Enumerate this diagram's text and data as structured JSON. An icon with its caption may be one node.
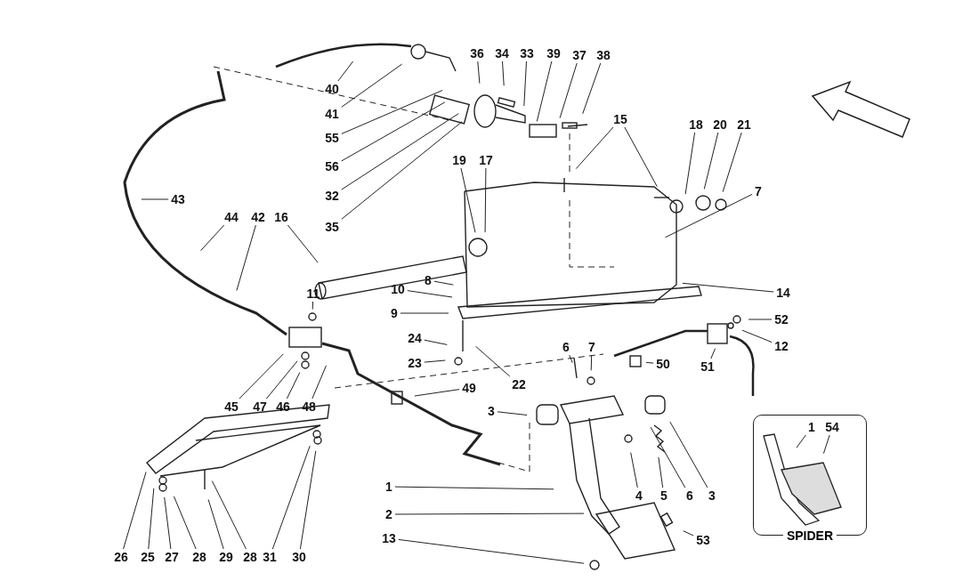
{
  "diagram": {
    "nodes": [
      {
        "text": [
          "40"
        ]
      },
      {
        "text": [
          "41"
        ]
      },
      {
        "text": [
          "55"
        ]
      },
      {
        "text": [
          "56"
        ]
      },
      {
        "text": [
          "32"
        ]
      },
      {
        "text": [
          "35"
        ]
      },
      {
        "text": [
          "36"
        ]
      },
      {
        "text": [
          "34"
        ]
      },
      {
        "text": [
          "33"
        ]
      },
      {
        "text": [
          "39"
        ]
      },
      {
        "text": [
          "37"
        ]
      },
      {
        "text": [
          "38"
        ]
      },
      {
        "text": [
          "15"
        ]
      },
      {
        "text": [
          "18"
        ]
      },
      {
        "text": [
          "20"
        ]
      },
      {
        "text": [
          "21"
        ]
      },
      {
        "text": [
          "7"
        ]
      },
      {
        "text": [
          "19"
        ]
      },
      {
        "text": [
          "17"
        ]
      },
      {
        "text": [
          "43"
        ]
      },
      {
        "text": [
          "44"
        ]
      },
      {
        "text": [
          "42"
        ]
      },
      {
        "text": [
          "16"
        ]
      },
      {
        "text": [
          "11"
        ]
      },
      {
        "text": [
          "8"
        ]
      },
      {
        "text": [
          "10"
        ]
      },
      {
        "text": [
          "9"
        ]
      },
      {
        "text": [
          "14"
        ]
      },
      {
        "text": [
          "52"
        ]
      },
      {
        "text": [
          "12"
        ]
      },
      {
        "text": [
          "24"
        ]
      },
      {
        "text": [
          "23"
        ]
      },
      {
        "text": [
          "22"
        ]
      },
      {
        "text": [
          "6"
        ]
      },
      {
        "text": [
          "7"
        ]
      },
      {
        "text": [
          "51"
        ]
      },
      {
        "text": [
          "50"
        ]
      },
      {
        "text": [
          "49"
        ]
      },
      {
        "text": [
          "45"
        ]
      },
      {
        "text": [
          "47"
        ]
      },
      {
        "text": [
          "46"
        ]
      },
      {
        "text": [
          "48"
        ]
      },
      {
        "text": [
          "3"
        ]
      },
      {
        "text": [
          "1"
        ]
      },
      {
        "text": [
          "2"
        ]
      },
      {
        "text": [
          "13"
        ]
      },
      {
        "text": [
          "4"
        ]
      },
      {
        "text": [
          "5"
        ]
      },
      {
        "text": [
          "6"
        ]
      },
      {
        "text": [
          "3"
        ]
      },
      {
        "text": [
          "53"
        ]
      },
      {
        "text": [
          "26"
        ]
      },
      {
        "text": [
          "25"
        ]
      },
      {
        "text": [
          "27"
        ]
      },
      {
        "text": [
          "28"
        ]
      },
      {
        "text": [
          "29"
        ]
      },
      {
        "text": [
          "28"
        ]
      },
      {
        "text": [
          "31"
        ]
      },
      {
        "text": [
          "30"
        ]
      },
      {
        "text": [
          "SPIDER"
        ]
      },
      {
        "text": [
          "1"
        ],
        "in": 59
      },
      {
        "text": [
          "54"
        ],
        "in": 59
      }
    ],
    "edges": [
      {
        "from": 0,
        "to": null,
        "arrow": "none"
      },
      {
        "from": 1,
        "to": null,
        "arrow": "none"
      },
      {
        "from": 2,
        "to": null,
        "arrow": "none"
      },
      {
        "from": 3,
        "to": null,
        "arrow": "none"
      },
      {
        "from": 4,
        "to": null,
        "arrow": "none"
      },
      {
        "from": 5,
        "to": null,
        "arrow": "none"
      },
      {
        "from": 6,
        "to": null,
        "arrow": "none"
      },
      {
        "from": 7,
        "to": null,
        "arrow": "none"
      },
      {
        "from": 8,
        "to": null,
        "arrow": "none"
      },
      {
        "from": 9,
        "to": null,
        "arrow": "none"
      },
      {
        "from": 10,
        "to": null,
        "arrow": "none"
      },
      {
        "from": 11,
        "to": null,
        "arrow": "none"
      },
      {
        "from": 12,
        "to": null,
        "arrow": "none"
      },
      {
        "from": 12,
        "to": null,
        "arrow": "none"
      },
      {
        "from": 13,
        "to": null,
        "arrow": "none"
      },
      {
        "from": 14,
        "to": null,
        "arrow": "none"
      },
      {
        "from": 15,
        "to": null,
        "arrow": "none"
      },
      {
        "from": 16,
        "to": null,
        "arrow": "none"
      },
      {
        "from": 17,
        "to": null,
        "arrow": "none"
      },
      {
        "from": 18,
        "to": null,
        "arrow": "none"
      },
      {
        "from": 19,
        "to": null,
        "arrow": "none"
      },
      {
        "from": 20,
        "to": null,
        "arrow": "none"
      },
      {
        "from": 21,
        "to": null,
        "arrow": "none"
      },
      {
        "from": 22,
        "to": null,
        "arrow": "none"
      },
      {
        "from": 23,
        "to": null,
        "arrow": "none"
      },
      {
        "from": 24,
        "to": null,
        "arrow": "none"
      },
      {
        "from": 25,
        "to": null,
        "arrow": "none"
      },
      {
        "from": 26,
        "to": null,
        "arrow": "none"
      },
      {
        "from": 27,
        "to": null,
        "arrow": "none"
      },
      {
        "from": 28,
        "to": null,
        "arrow": "none"
      },
      {
        "from": 29,
        "to": null,
        "arrow": "none"
      },
      {
        "from": 30,
        "to": null,
        "arrow": "none"
      },
      {
        "from": 31,
        "to": null,
        "arrow": "none"
      },
      {
        "from": 32,
        "to": null,
        "arrow": "none"
      },
      {
        "from": 33,
        "to": null,
        "arrow": "none"
      },
      {
        "from": 34,
        "to": null,
        "arrow": "none"
      },
      {
        "from": 35,
        "to": null,
        "arrow": "none"
      },
      {
        "from": 36,
        "to": null,
        "arrow": "none"
      },
      {
        "from": 37,
        "to": null,
        "arrow": "none"
      },
      {
        "from": 38,
        "to": null,
        "arrow": "none"
      },
      {
        "from": 39,
        "to": null,
        "arrow": "none"
      },
      {
        "from": 40,
        "to": null,
        "arrow": "none"
      },
      {
        "from": 41,
        "to": null,
        "arrow": "none"
      },
      {
        "from": 42,
        "to": null,
        "arrow": "none"
      },
      {
        "from": 43,
        "to": null,
        "arrow": "none"
      },
      {
        "from": 44,
        "to": null,
        "arrow": "none"
      },
      {
        "from": 45,
        "to": null,
        "arrow": "none"
      },
      {
        "from": 46,
        "to": null,
        "arrow": "none"
      },
      {
        "from": 47,
        "to": null,
        "arrow": "none"
      },
      {
        "from": 48,
        "to": null,
        "arrow": "none"
      },
      {
        "from": 49,
        "to": null,
        "arrow": "none"
      },
      {
        "from": 50,
        "to": null,
        "arrow": "none"
      },
      {
        "from": 51,
        "to": null,
        "arrow": "none"
      },
      {
        "from": 52,
        "to": null,
        "arrow": "none"
      },
      {
        "from": 53,
        "to": null,
        "arrow": "none"
      },
      {
        "from": 54,
        "to": null,
        "arrow": "none"
      },
      {
        "from": 55,
        "to": null,
        "arrow": "none"
      },
      {
        "from": 56,
        "to": null,
        "arrow": "none"
      },
      {
        "from": 57,
        "to": null,
        "arrow": "none"
      },
      {
        "from": 58,
        "to": null,
        "arrow": "none"
      },
      {
        "from": 60,
        "to": null,
        "arrow": "none"
      },
      {
        "from": 61,
        "to": null,
        "arrow": "none"
      }
    ]
  }
}
